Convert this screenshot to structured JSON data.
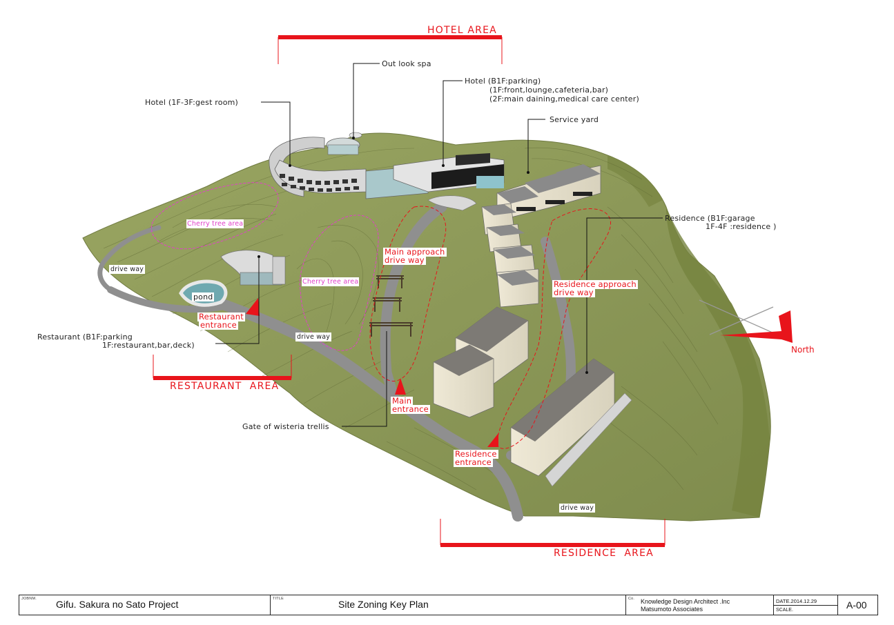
{
  "areas": {
    "hotel": "HOTEL AREA",
    "restaurant": "RESTAURANT  AREA",
    "residence": "RESIDENCE  AREA"
  },
  "labels": {
    "outlook_spa": "Out look spa",
    "hotel_guest": "Hotel (1F-3F:gest room)",
    "hotel_main_1": "Hotel (B1F:parking)",
    "hotel_main_2": "(1F:front,lounge,cafeteria,bar)",
    "hotel_main_3": "(2F:main daining,medical care center)",
    "service_yard": "Service yard",
    "residence_1": "Residence (B1F:garage",
    "residence_2": "1F-4F :residence )",
    "restaurant_1": "Restaurant (B1F:parking",
    "restaurant_2": "1F:restaurant,bar,deck)",
    "gate": "Gate of wisteria trellis",
    "cherry_1": "Cherry tree area",
    "cherry_2": "Cherry tree area",
    "drive_way_1": "drive way",
    "drive_way_2": "drive way",
    "drive_way_3": "drive way",
    "pond": "pond",
    "main_approach_1": "Main approach",
    "main_approach_2": "drive way",
    "residence_approach_1": "Residence approach",
    "residence_approach_2": "drive way",
    "restaurant_entrance_1": "Restaurant",
    "restaurant_entrance_2": "entrance",
    "main_entrance_1": "Main",
    "main_entrance_2": "entrance",
    "residence_entrance_1": "Residence",
    "residence_entrance_2": "entrance",
    "north": "North"
  },
  "title_block": {
    "job_tag": "JOBNM.",
    "job_name": "Gifu. Sakura no Sato  Project",
    "title_tag": "TITLE",
    "title": "Site Zoning Key Plan",
    "co_tag": "Co.",
    "company_1": "Knowledge Design Architect .Inc",
    "company_2": "Matsumoto  Associates",
    "date": "DATE.2014.12.29",
    "scale": "SCALE.",
    "sheet": "A-00"
  },
  "colors": {
    "accent_red": "#e8141b",
    "terrain": "#8d9a5a",
    "road": "#8f8f8f",
    "cherry_outline": "#e040c8"
  }
}
